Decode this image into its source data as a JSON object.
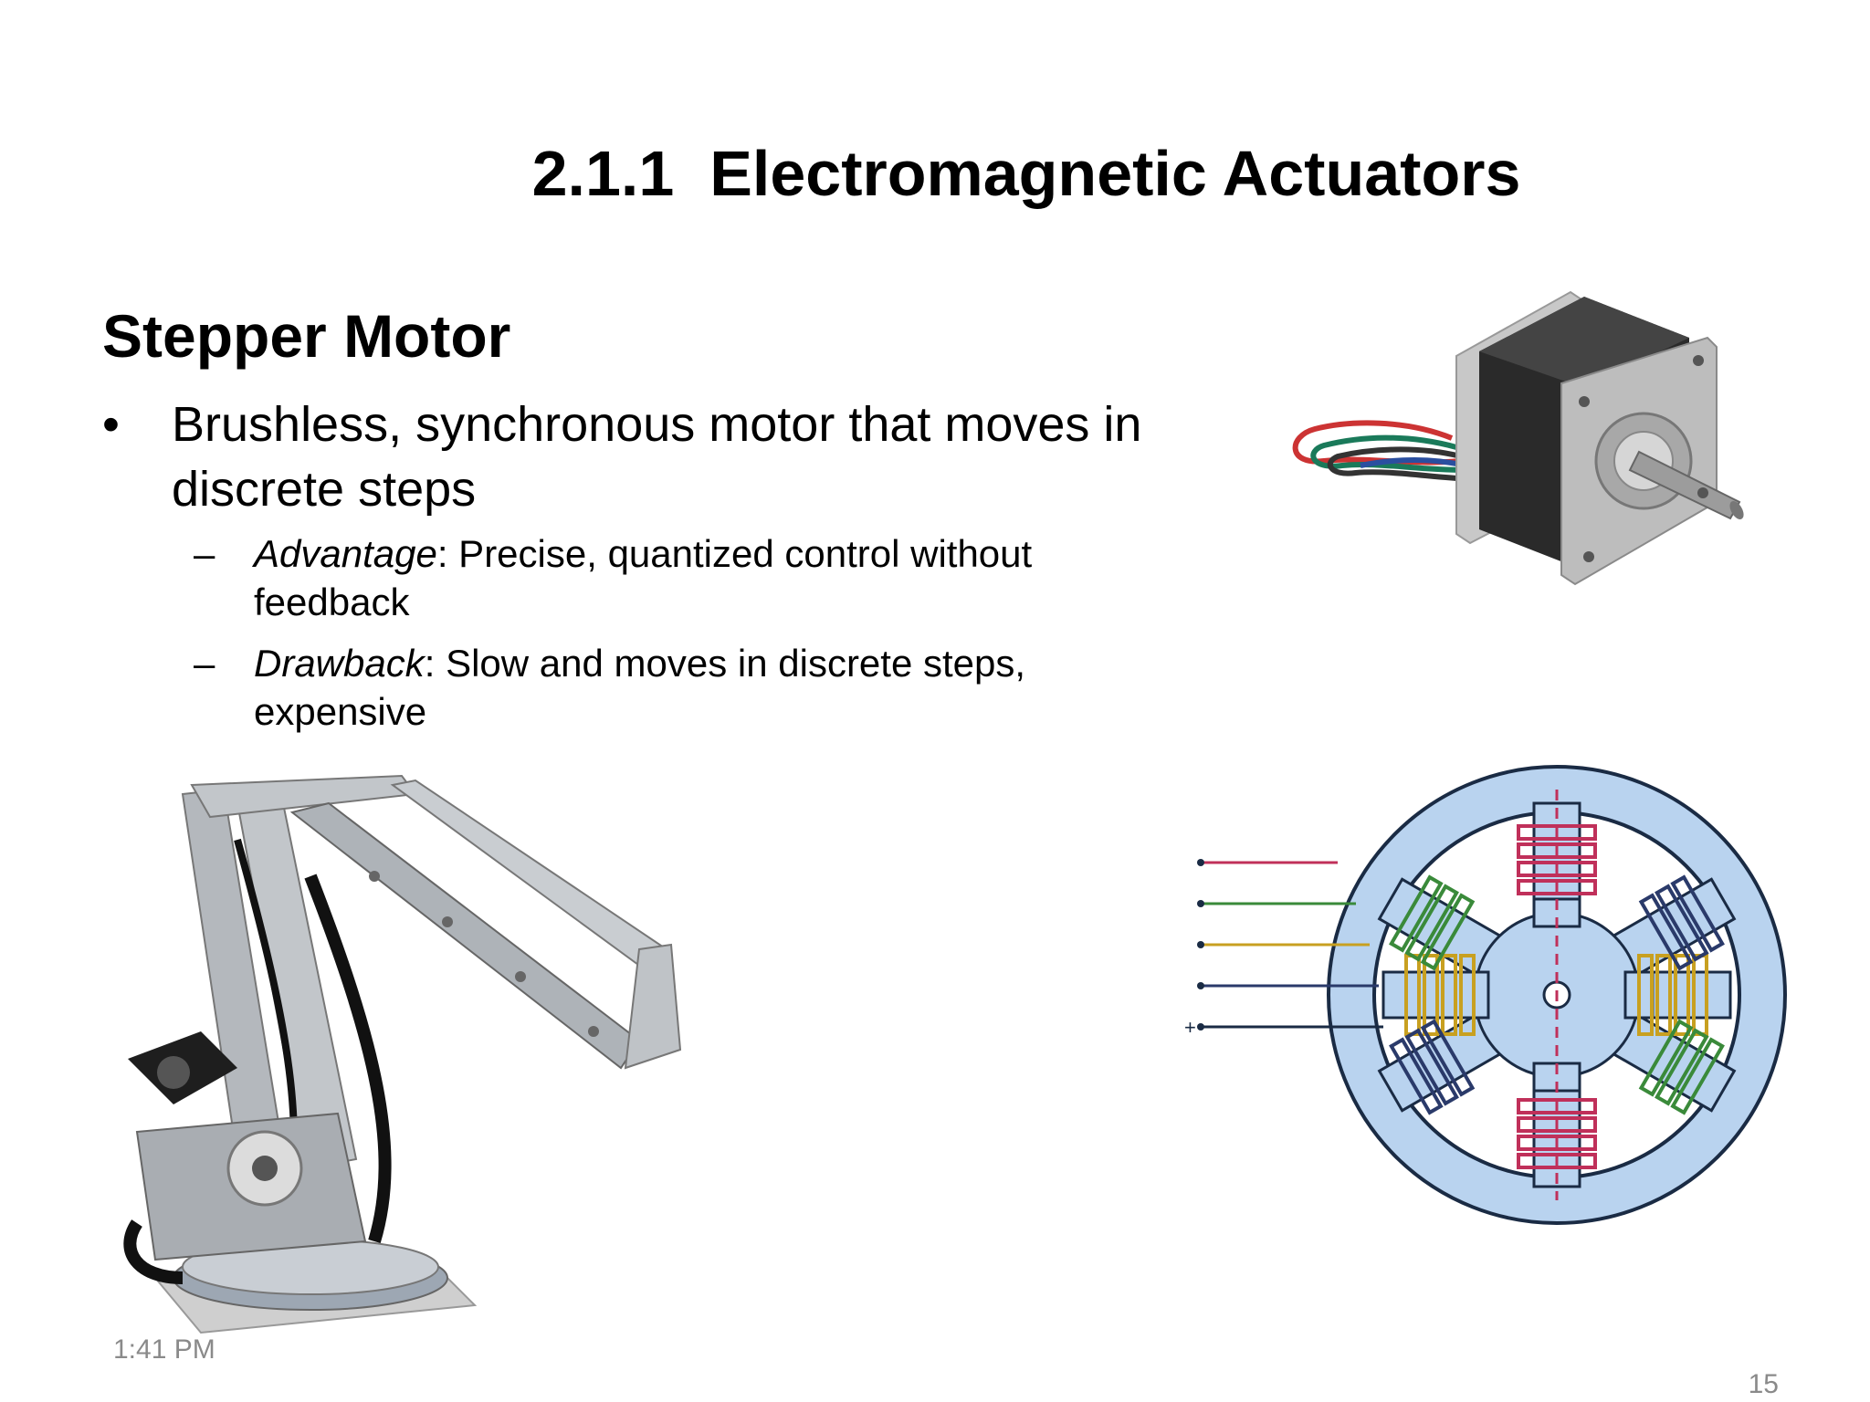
{
  "slide": {
    "title": "2.1.1  Electromagnetic Actuators",
    "heading": "Stepper Motor",
    "bullet": {
      "marker": "•",
      "text": "Brushless, synchronous motor that moves in discrete steps"
    },
    "sub_points": [
      {
        "marker": "–",
        "term": "Advantage",
        "text": ": Precise, quantized control without feedback"
      },
      {
        "marker": "–",
        "term": "Drawback",
        "text": ": Slow and moves in discrete steps, expensive"
      }
    ],
    "footer_time": "1:41 PM",
    "page_number": "15",
    "diagram_plus_label": "+"
  }
}
